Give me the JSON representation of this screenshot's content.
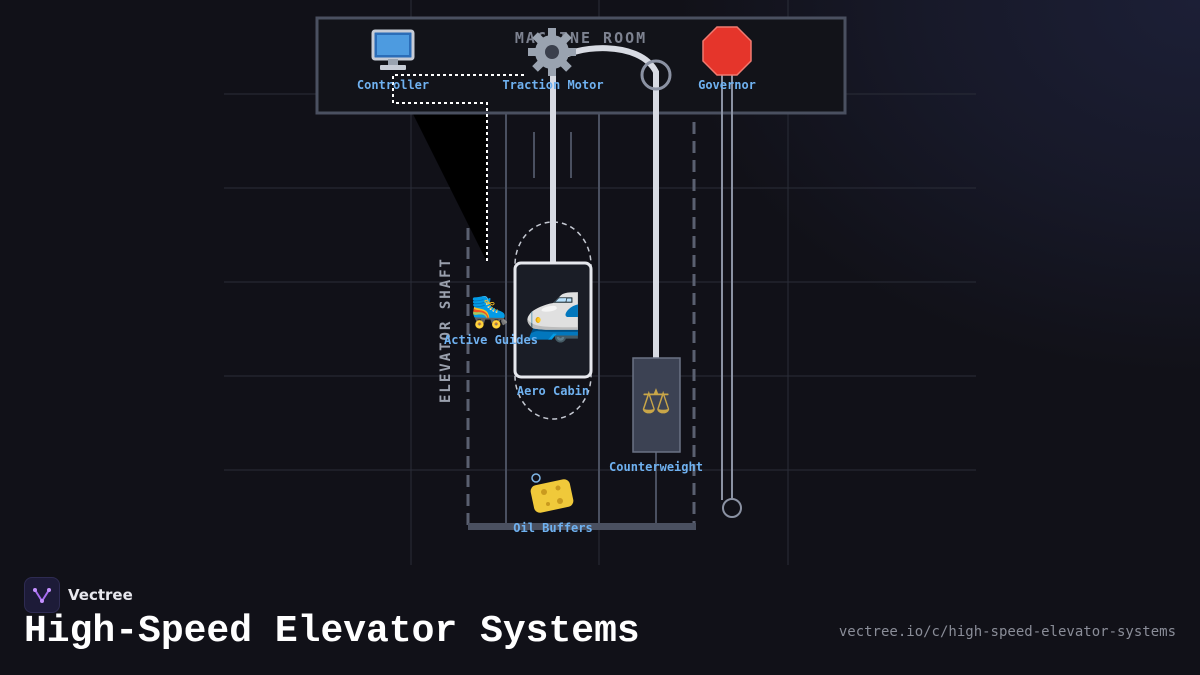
{
  "diagram": {
    "machine_room_label": "MACHINE ROOM",
    "shaft_label": "ELEVATOR SHAFT",
    "components": {
      "controller": {
        "icon": "desktop-computer",
        "label": "Controller"
      },
      "traction_motor": {
        "icon": "gear",
        "label": "Traction Motor"
      },
      "governor": {
        "icon": "stop-sign",
        "label": "Governor"
      },
      "active_guides": {
        "icon": "roller-skate",
        "label": "Active Guides"
      },
      "aero_cabin": {
        "icon": "bullet-train",
        "label": "Aero Cabin"
      },
      "counterweight": {
        "icon": "balance-scale",
        "label": "Counterweight"
      },
      "oil_buffers": {
        "icon": "sponge",
        "label": "Oil Buffers"
      }
    },
    "colors": {
      "label": "#6fb1f0",
      "frame": "#4a5060",
      "cable": "#d8dbe3"
    }
  },
  "footer": {
    "brand": "Vectree",
    "title": "High-Speed Elevator Systems",
    "url": "vectree.io/c/high-speed-elevator-systems"
  }
}
